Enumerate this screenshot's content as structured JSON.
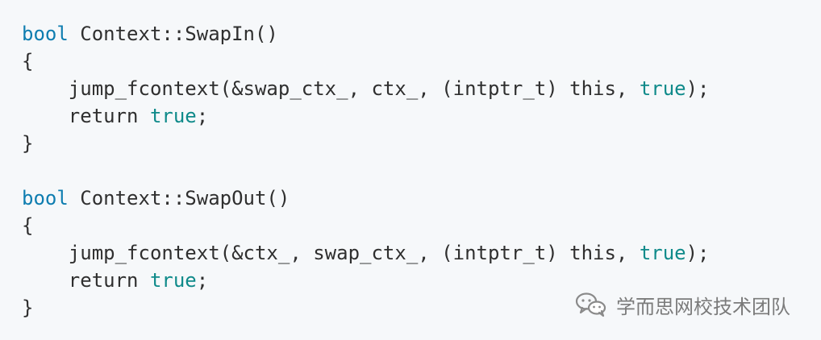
{
  "code_block": {
    "lines": [
      {
        "segments": [
          {
            "text": "bool",
            "type": "keyword"
          },
          {
            "text": " Context::SwapIn()",
            "type": "plain"
          }
        ]
      },
      {
        "segments": [
          {
            "text": "{",
            "type": "plain"
          }
        ]
      },
      {
        "segments": [
          {
            "text": "    jump_fcontext(&swap_ctx_, ctx_, (intptr_t) this, ",
            "type": "plain"
          },
          {
            "text": "true",
            "type": "literal"
          },
          {
            "text": ");",
            "type": "plain"
          }
        ]
      },
      {
        "segments": [
          {
            "text": "    return ",
            "type": "plain"
          },
          {
            "text": "true",
            "type": "literal"
          },
          {
            "text": ";",
            "type": "plain"
          }
        ]
      },
      {
        "segments": [
          {
            "text": "}",
            "type": "plain"
          }
        ]
      },
      {
        "segments": [
          {
            "text": "",
            "type": "plain"
          }
        ]
      },
      {
        "segments": [
          {
            "text": "bool",
            "type": "keyword"
          },
          {
            "text": " Context::SwapOut()",
            "type": "plain"
          }
        ]
      },
      {
        "segments": [
          {
            "text": "{",
            "type": "plain"
          }
        ]
      },
      {
        "segments": [
          {
            "text": "    jump_fcontext(&ctx_, swap_ctx_, (intptr_t) this, ",
            "type": "plain"
          },
          {
            "text": "true",
            "type": "literal"
          },
          {
            "text": ");",
            "type": "plain"
          }
        ]
      },
      {
        "segments": [
          {
            "text": "    return ",
            "type": "plain"
          },
          {
            "text": "true",
            "type": "literal"
          },
          {
            "text": ";",
            "type": "plain"
          }
        ]
      },
      {
        "segments": [
          {
            "text": "}",
            "type": "plain"
          }
        ]
      }
    ]
  },
  "watermark": {
    "icon": "wechat-icon",
    "text": "学而思网校技术团队"
  },
  "colors": {
    "background": "#f6f8fa",
    "plain_text": "#2f2f2f",
    "keyword": "#0e7db0",
    "literal": "#0f8a8a",
    "watermark": "#7b7b7b"
  }
}
